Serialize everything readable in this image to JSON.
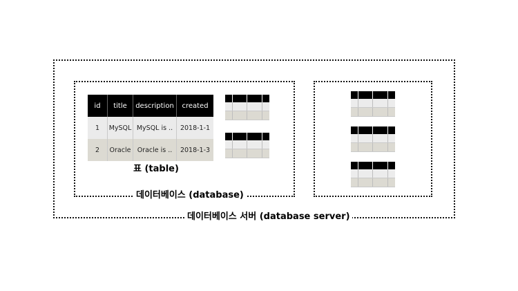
{
  "table": {
    "headers": [
      "id",
      "title",
      "description",
      "created"
    ],
    "rows": [
      [
        "1",
        "MySQL",
        "MySQL is ..",
        "2018-1-1"
      ],
      [
        "2",
        "Oracle",
        "Oracle is ..",
        "2018-1-3"
      ]
    ],
    "caption": "표 (table)"
  },
  "database_caption": "데이터베이스 (database)",
  "server_caption": "데이터베이스 서버 (database server)",
  "colors": {
    "header_bg": "#000000",
    "row1_bg": "#ebebeb",
    "row2_bg": "#dcdad2"
  }
}
